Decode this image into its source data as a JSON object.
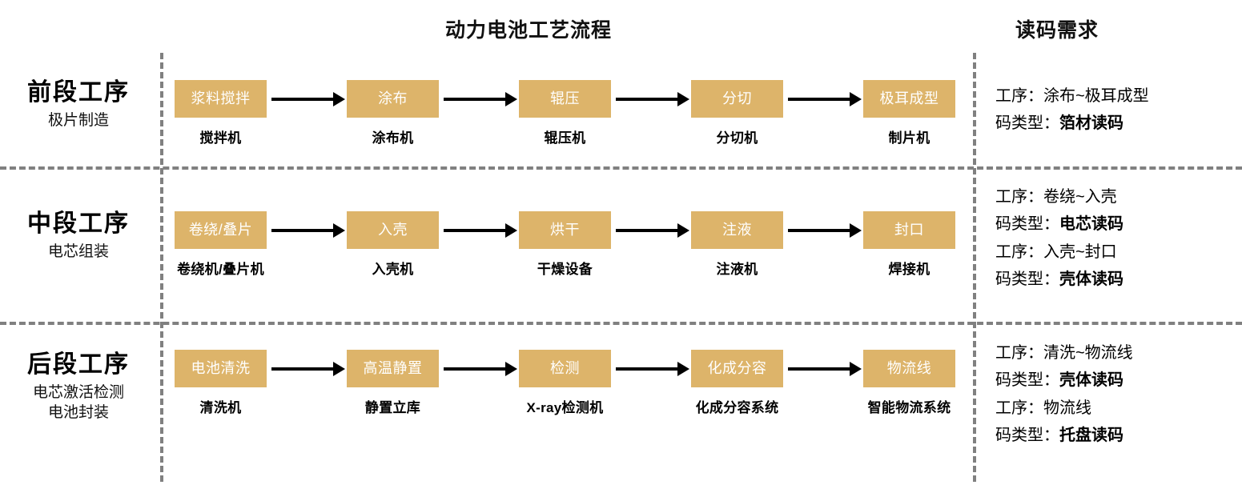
{
  "titles": {
    "process": "动力电池工艺流程",
    "demand": "读码需求"
  },
  "colors": {
    "node_fill": "#ddb46a",
    "node_text": "#ffffff",
    "divider": "#808080",
    "arrow": "#000000",
    "text": "#000000"
  },
  "rows": [
    {
      "stage_title": "前段工序",
      "stage_sub": "极片制造",
      "nodes": [
        {
          "name": "浆料搅拌",
          "caption": "搅拌机"
        },
        {
          "name": "涂布",
          "caption": "涂布机"
        },
        {
          "name": "辊压",
          "caption": "辊压机"
        },
        {
          "name": "分切",
          "caption": "分切机"
        },
        {
          "name": "极耳成型",
          "caption": "制片机"
        }
      ],
      "requirements": [
        {
          "label": "工序：",
          "value": "涂布~极耳成型",
          "bold": false
        },
        {
          "label": "码类型：",
          "value": "箔材读码",
          "bold": true
        }
      ]
    },
    {
      "stage_title": "中段工序",
      "stage_sub": "电芯组装",
      "nodes": [
        {
          "name": "卷绕/叠片",
          "caption": "卷绕机/叠片机"
        },
        {
          "name": "入壳",
          "caption": "入壳机"
        },
        {
          "name": "烘干",
          "caption": "干燥设备"
        },
        {
          "name": "注液",
          "caption": "注液机"
        },
        {
          "name": "封口",
          "caption": "焊接机"
        }
      ],
      "requirements": [
        {
          "label": "工序：",
          "value": "卷绕~入壳",
          "bold": false
        },
        {
          "label": "码类型：",
          "value": "电芯读码",
          "bold": true
        },
        {
          "label": "工序：",
          "value": "入壳~封口",
          "bold": false
        },
        {
          "label": "码类型：",
          "value": "壳体读码",
          "bold": true
        }
      ]
    },
    {
      "stage_title": "后段工序",
      "stage_sub": "电芯激活检测\n电池封装",
      "nodes": [
        {
          "name": "电池清洗",
          "caption": "清洗机"
        },
        {
          "name": "高温静置",
          "caption": "静置立库"
        },
        {
          "name": "检测",
          "caption": "X-ray检测机"
        },
        {
          "name": "化成分容",
          "caption": "化成分容系统"
        },
        {
          "name": "物流线",
          "caption": "智能物流系统"
        }
      ],
      "requirements": [
        {
          "label": "工序：",
          "value": "清洗~物流线",
          "bold": false
        },
        {
          "label": "码类型：",
          "value": "壳体读码",
          "bold": true
        },
        {
          "label": "工序：",
          "value": "物流线",
          "bold": false
        },
        {
          "label": "码类型：",
          "value": "托盘读码",
          "bold": true
        }
      ]
    }
  ]
}
